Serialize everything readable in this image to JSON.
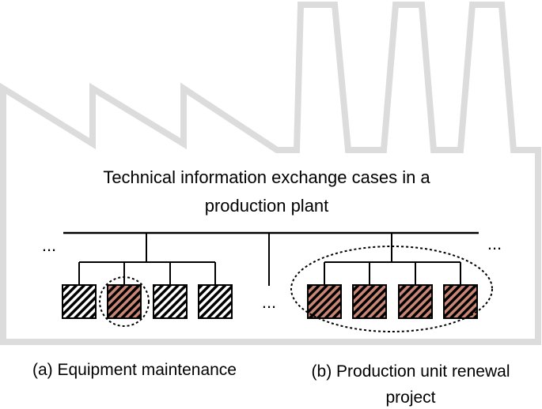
{
  "title": {
    "line1": "Technical information exchange cases in a",
    "line2": "production plant"
  },
  "ellipsis": "...",
  "captions": {
    "a": "(a) Equipment maintenance",
    "b_line1": "(b) Production unit renewal",
    "b_line2": "project"
  },
  "colors": {
    "factory_outline": "#dcdcdc",
    "line": "#000000",
    "highlight_fill": "#c98676",
    "plain_fill": "#ffffff",
    "hatch": "#000000"
  }
}
